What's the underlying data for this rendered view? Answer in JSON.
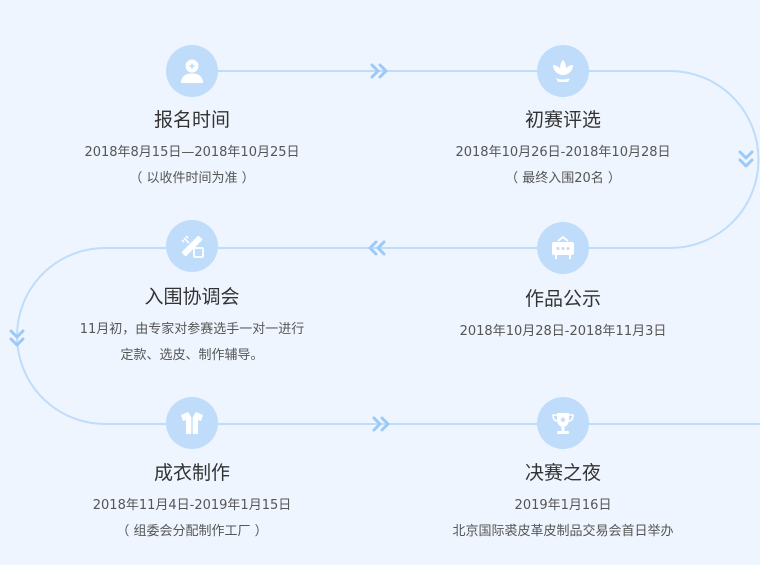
{
  "colors": {
    "background": "#eef5fe",
    "connector": "#bfdcfb",
    "node": "#bfdcfb",
    "icon": "#ffffff"
  },
  "stages": [
    {
      "id": "registration",
      "icon": "user-plus-icon",
      "title": "报名时间",
      "lines": [
        "2018年8月15日—2018年10月25日",
        "（ 以收件时间为准 ）"
      ]
    },
    {
      "id": "preliminary",
      "icon": "lotus-icon",
      "title": "初赛评选",
      "lines": [
        "2018年10月26日-2018年10月28日",
        "（ 最终入围20名 ）"
      ]
    },
    {
      "id": "publicity",
      "icon": "billboard-icon",
      "title": "作品公示",
      "lines": [
        "2018年10月28日-2018年11月3日"
      ]
    },
    {
      "id": "coordination",
      "icon": "pencil-ruler-icon",
      "title": "入围协调会",
      "lines": [
        "11月初，由专家对参赛选手一对一进行",
        "定款、选皮、制作辅导。"
      ]
    },
    {
      "id": "garment",
      "icon": "shirt-icon",
      "title": "成衣制作",
      "lines": [
        "2018年11月4日-2019年1月15日",
        "（ 组委会分配制作工厂 ）"
      ]
    },
    {
      "id": "final",
      "icon": "trophy-icon",
      "title": "决赛之夜",
      "lines": [
        "2019年1月16日",
        "北京国际裘皮革皮制品交易会首日举办"
      ]
    }
  ]
}
